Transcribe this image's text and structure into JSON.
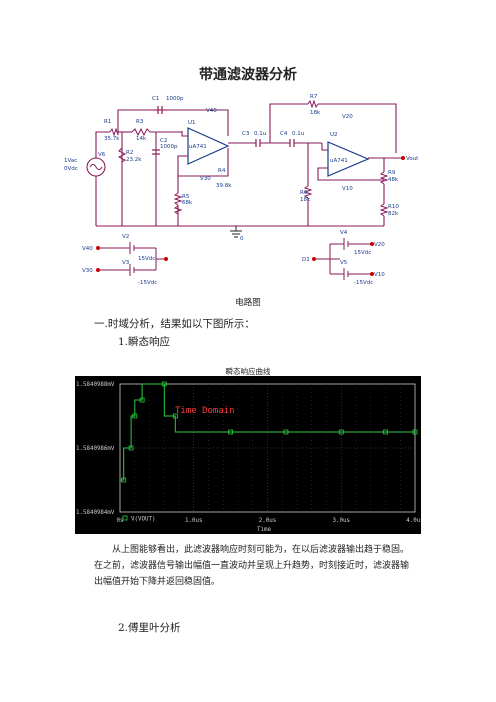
{
  "page_title": "带通滤波器分析",
  "circuit": {
    "caption": "电路图",
    "components": {
      "c1": "C1",
      "c1_val": "1000p",
      "v40": "V40",
      "r1": "R1",
      "r1_val": "35.7k",
      "r3": "R3",
      "r3_val": "14k",
      "r2": "R2",
      "r2_val": "23.2k",
      "c2": "C2",
      "c2_val": "1000p",
      "u1": "U1",
      "u1_model": "uA741",
      "v6": "V6",
      "v6_val1": "1Vac",
      "v6_val2": "0Vdc",
      "r4": "R4",
      "r4_val": "39.8k",
      "v30": "V30",
      "r5": "R5",
      "r5_val": "68k",
      "c3": "C3",
      "c3_val": "0.1u",
      "c4": "C4",
      "c4_val": "0.1u",
      "r7": "R7",
      "r7_val": "18k",
      "v20": "V20",
      "u2": "U2",
      "u2_model": "uA741",
      "r6": "R6",
      "r6_val": "18k",
      "v10": "V10",
      "r9": "R9",
      "r9_val": "48k",
      "r10": "R10",
      "r10_val": "82k",
      "vout": "Vout",
      "ground": "0",
      "v2": "V2",
      "v2_val": "15Vdc",
      "v3": "V3",
      "v3_val": "-15Vdc",
      "v4": "V4",
      "v4_val": "15Vdc",
      "v5": "V5",
      "v5_val": "-15Vdc",
      "net_v40": "V40",
      "net_v30": "V30",
      "net_v20": "V20",
      "net_v10": "V10",
      "net_d": "D1"
    }
  },
  "section1": "一.时域分析，结果如以下图所示：",
  "section1_1": "1.瞬态响应",
  "chart_caption": "瞬态响应曲线",
  "chart_data": {
    "type": "line",
    "title": "Time Domain",
    "xlabel": "Time",
    "y_ticks": [
      "1.5840988mV",
      "1.5840986mV",
      "1.5840984mV"
    ],
    "x_ticks": [
      "0s",
      "1.0us",
      "2.0us",
      "3.0us",
      "4.0us"
    ],
    "legend": "V(VOUT)",
    "xlim": [
      0,
      4.0
    ],
    "ylim": [
      1.5840984,
      1.5840988
    ],
    "series": [
      {
        "name": "V(VOUT)",
        "x": [
          0,
          0.05,
          0.05,
          0.15,
          0.15,
          0.2,
          0.2,
          0.3,
          0.3,
          0.6,
          0.6,
          0.75,
          0.75,
          4.0
        ],
        "y": [
          1.5840985,
          1.5840985,
          1.5840986,
          1.5840986,
          1.5840987,
          1.5840987,
          1.58409875,
          1.58409875,
          1.5840988,
          1.5840988,
          1.5840987,
          1.5840987,
          1.58409865,
          1.58409865
        ]
      }
    ]
  },
  "paragraph": "从上图能够看出，此滤波器响应时刻可能为，在以后滤波器输出趋于稳固。在之前，滤波器信号输出幅值一直波动并呈现上升趋势，时刻接近时，滤波器输出幅值开始下降并返回稳固值。",
  "section1_2": "2.傅里叶分析"
}
